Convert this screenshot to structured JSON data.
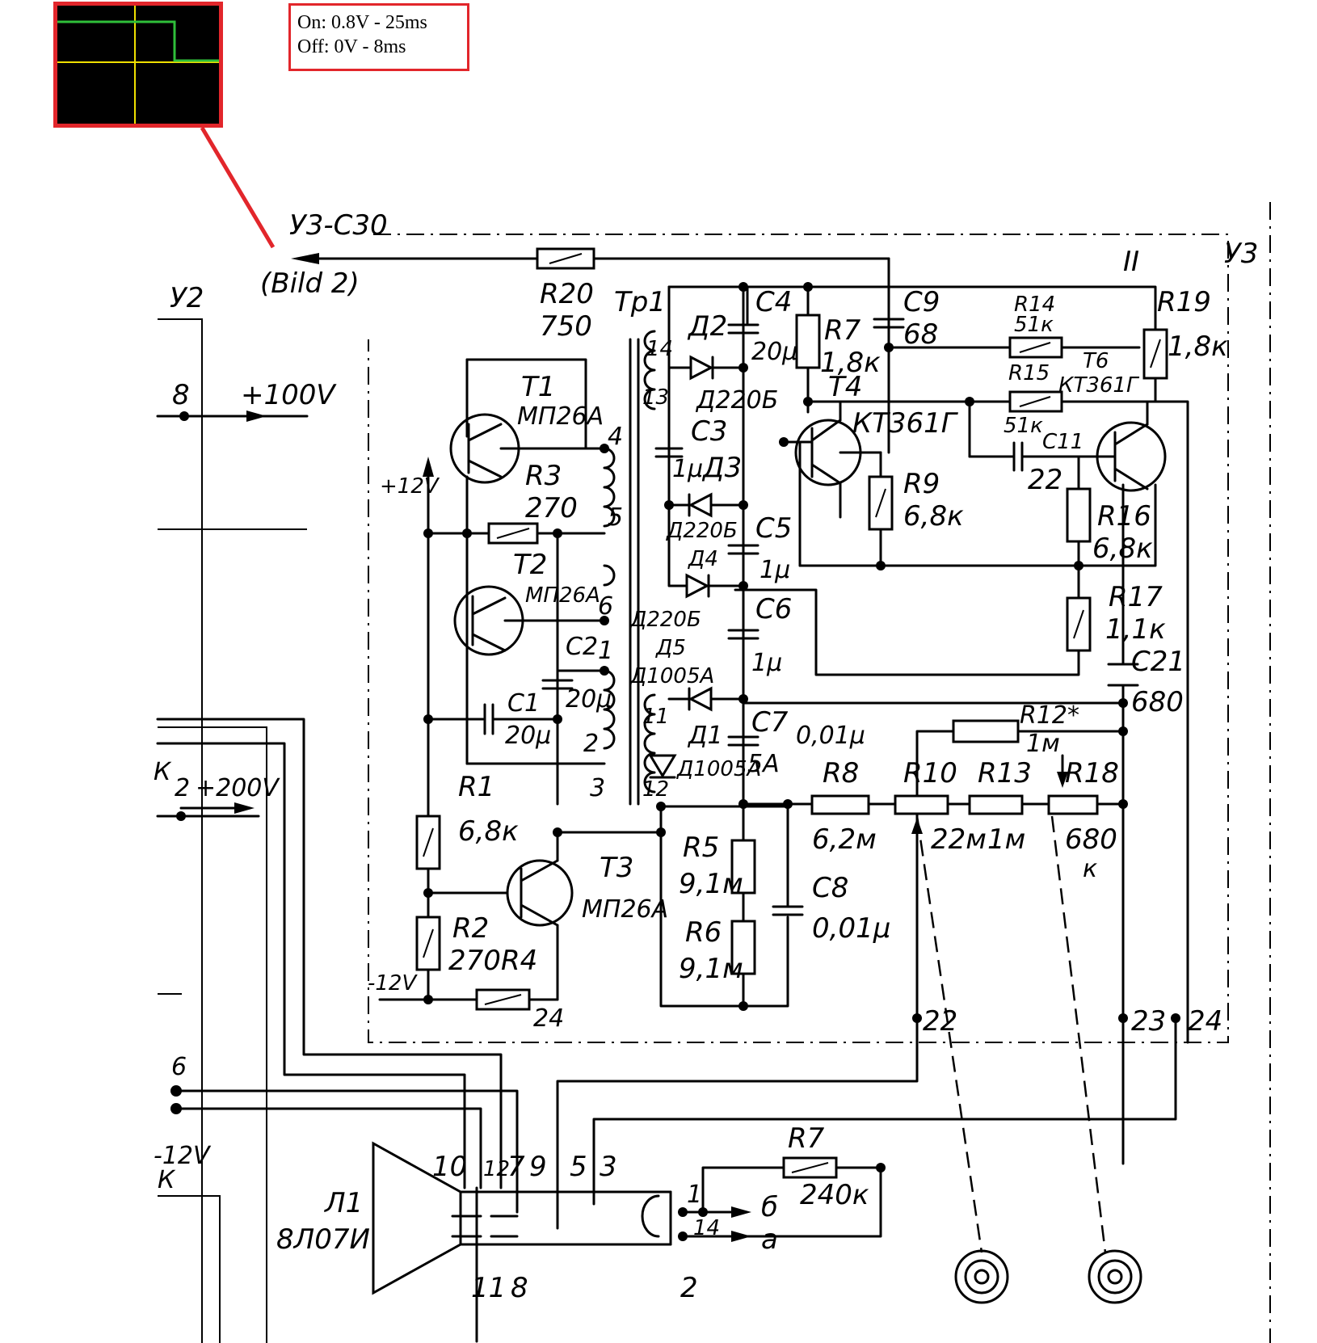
{
  "annotation": {
    "on_text": "On: 0.8V - 25ms",
    "off_text": "Off: 0V - 8ms",
    "accent_color": "#e2262b",
    "trace_color": "#2fbf3a",
    "crosshair_color": "#f0e000"
  },
  "signal_ref": {
    "line1": "У3-С30",
    "line2": "(Bild 2)"
  },
  "labels": {
    "u2": "У2",
    "u3": "У3",
    "section": "II",
    "v100": "+100V",
    "v200": "+200V",
    "p12": "+12V",
    "m12": "-12V",
    "m12b": "-12V",
    "pin8": "8",
    "pin2": "2",
    "pin6": "6",
    "k1": "К",
    "k2": "К",
    "r20": "R20",
    "r20v": "750",
    "tr1": "Tp1",
    "t1": "T1",
    "t1t": "МП26А",
    "t2": "T2",
    "t2t": "МП26А",
    "t3": "T3",
    "t3t": "МП26А",
    "r3": "R3",
    "r3v": "270",
    "r1": "R1",
    "r1v": "6,8к",
    "r2": "R2",
    "r2v": "270",
    "r4": "R4",
    "r4pin": "24",
    "c1": "C1",
    "c1v": "20μ",
    "c2": "C2",
    "c2v": "20μ",
    "w4": "4",
    "w5": "5",
    "w6": "6",
    "w1": "1",
    "w2": "2",
    "w3": "3",
    "w14": "14",
    "w13": "13",
    "w11": "11",
    "w12": "12",
    "d2": "Д2",
    "d2t": "Д220Б",
    "d3": "Д3",
    "d3t": "Д220Б",
    "d4": "Д4",
    "d4t": "Д220Б",
    "d5": "Д5",
    "d5t": "Д1005А",
    "d1": "Д1",
    "d1t": "Д1005А",
    "c3": "C3",
    "c3v": "1μ",
    "c4": "C4",
    "c4v": "20μ",
    "c5": "C5",
    "c5v": "1μ",
    "c6": "C6",
    "c6v": "1μ",
    "c7": "C7",
    "c7v": "5А",
    "r7": "R7",
    "r7v": "1,8к",
    "t4": "T4",
    "t4t": "КТ361Г",
    "c9": "C9",
    "c9v": "68",
    "r9": "R9",
    "r9v": "6,8к",
    "r14": "R14",
    "r14v": "51к",
    "r15": "R15",
    "r15v": "51к",
    "t6": "T6",
    "t6t": "КТ361Г",
    "c11": "C11",
    "c11v": "22",
    "r16": "R16",
    "r16v": "6,8к",
    "r19": "R19",
    "r19v": "1,8к",
    "r17": "R17",
    "r17v": "1,1к",
    "c21": "C21",
    "c21v": "680",
    "r12": "R12*",
    "r12v": "1м",
    "c001": "0,01μ",
    "r8": "R8",
    "r8v": "6,2м",
    "r10": "R10",
    "r10v": "22м",
    "r13": "R13",
    "r13v": "1м",
    "r18": "R18",
    "r18v": "680",
    "r18k": "к",
    "r5": "R5",
    "r5v": "9,1м",
    "r6": "R6",
    "r6v": "9,1м",
    "c8": "C8",
    "c8v": "0,01μ",
    "p22": "22",
    "p23": "23",
    "p24": "24",
    "l1": "Л1",
    "l1t": "8Л07И",
    "pin10": "10",
    "pin12": "12",
    "pin7": "7",
    "pin9": "9",
    "pin5": "5",
    "pin3": "3",
    "pin11": "11",
    "pin8b": "8",
    "pin1": "1",
    "pin14": "14",
    "pin2b": "2",
    "ab": "б",
    "aa": "а",
    "r7b": "R7",
    "r7bv": "240к"
  }
}
